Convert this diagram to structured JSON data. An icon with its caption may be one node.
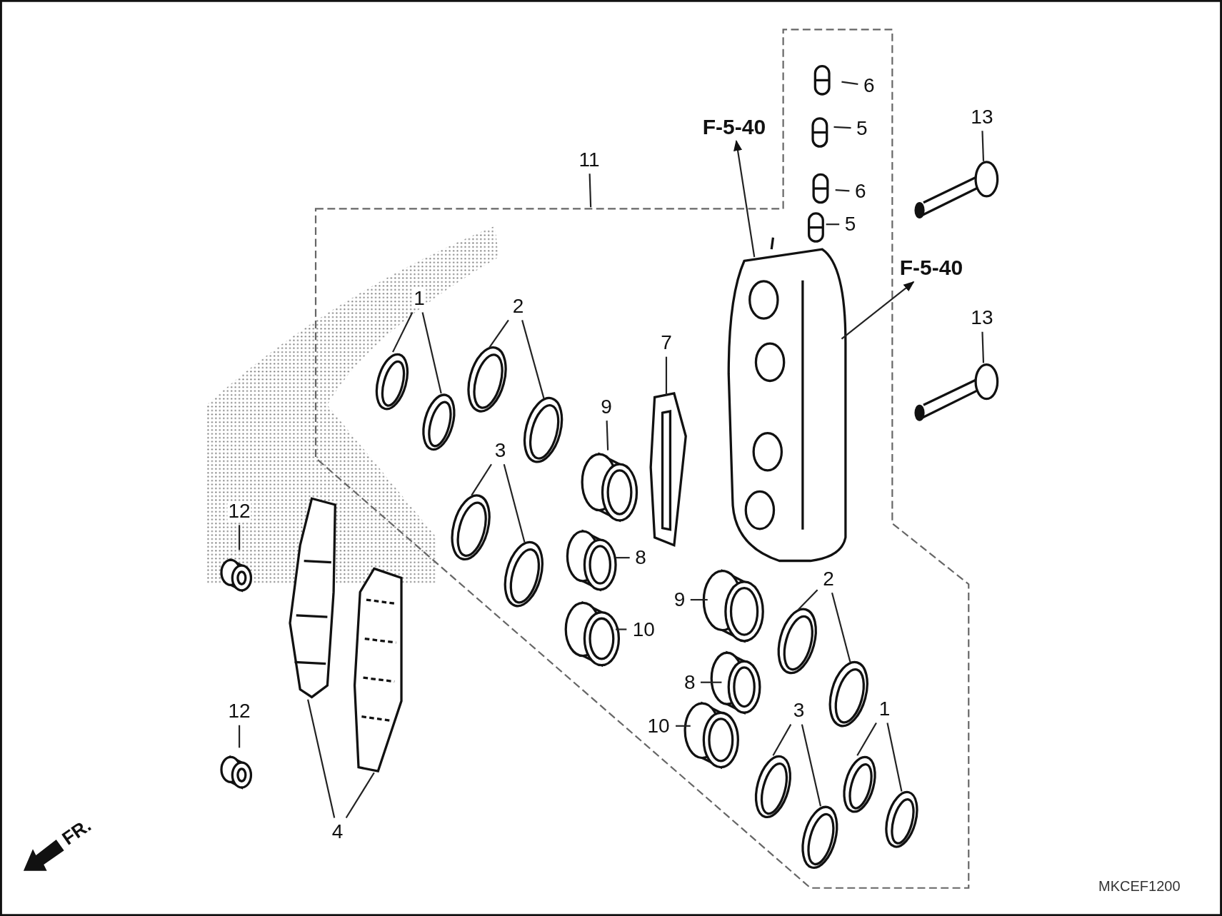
{
  "diagram": {
    "nodes": [
      {
        "text": [
          "6"
        ]
      },
      {
        "text": [
          "13"
        ]
      },
      {
        "text": [
          "F-5-40"
        ]
      },
      {
        "text": [
          "5"
        ]
      },
      {
        "text": [
          "11"
        ]
      },
      {
        "text": [
          "6"
        ]
      },
      {
        "text": [
          "5"
        ]
      },
      {
        "text": [
          "F-5-40"
        ]
      },
      {
        "text": [
          "1"
        ]
      },
      {
        "text": [
          "2"
        ]
      },
      {
        "text": [
          "13"
        ]
      },
      {
        "text": [
          "7"
        ]
      },
      {
        "text": [
          "9"
        ]
      },
      {
        "text": [
          "3"
        ]
      },
      {
        "text": [
          "12"
        ]
      },
      {
        "text": [
          "8"
        ]
      },
      {
        "text": [
          "2"
        ]
      },
      {
        "text": [
          "9"
        ]
      },
      {
        "text": [
          "10"
        ]
      },
      {
        "text": [
          "8"
        ]
      },
      {
        "text": [
          "3"
        ]
      },
      {
        "text": [
          "1"
        ]
      },
      {
        "text": [
          "12"
        ]
      },
      {
        "text": [
          "10"
        ]
      },
      {
        "text": [
          "4"
        ]
      }
    ],
    "edges": [
      {
        "from": 0,
        "to": null,
        "arrow": "none"
      },
      {
        "from": 1,
        "to": null,
        "arrow": "none"
      },
      {
        "from": null,
        "to": 2,
        "arrow": "to"
      },
      {
        "from": 3,
        "to": null,
        "arrow": "none"
      },
      {
        "from": 4,
        "to": null,
        "arrow": "none"
      },
      {
        "from": 5,
        "to": null,
        "arrow": "none"
      },
      {
        "from": 6,
        "to": null,
        "arrow": "none"
      },
      {
        "from": null,
        "to": 7,
        "arrow": "to"
      },
      {
        "from": 8,
        "to": null,
        "arrow": "none"
      },
      {
        "from": 8,
        "to": null,
        "arrow": "none"
      },
      {
        "from": 9,
        "to": null,
        "arrow": "none"
      },
      {
        "from": 9,
        "to": null,
        "arrow": "none"
      },
      {
        "from": 10,
        "to": null,
        "arrow": "none"
      },
      {
        "from": 11,
        "to": null,
        "arrow": "none"
      },
      {
        "from": 12,
        "to": null,
        "arrow": "none"
      },
      {
        "from": 13,
        "to": null,
        "arrow": "none"
      },
      {
        "from": 13,
        "to": null,
        "arrow": "none"
      },
      {
        "from": 14,
        "to": null,
        "arrow": "none"
      },
      {
        "from": 15,
        "to": null,
        "arrow": "none"
      },
      {
        "from": 16,
        "to": null,
        "arrow": "none"
      },
      {
        "from": 16,
        "to": null,
        "arrow": "none"
      },
      {
        "from": 17,
        "to": null,
        "arrow": "none"
      },
      {
        "from": 18,
        "to": null,
        "arrow": "none"
      },
      {
        "from": 19,
        "to": null,
        "arrow": "none"
      },
      {
        "from": 20,
        "to": null,
        "arrow": "none"
      },
      {
        "from": 20,
        "to": null,
        "arrow": "none"
      },
      {
        "from": 21,
        "to": null,
        "arrow": "none"
      },
      {
        "from": 21,
        "to": null,
        "arrow": "none"
      },
      {
        "from": 22,
        "to": null,
        "arrow": "none"
      },
      {
        "from": 23,
        "to": null,
        "arrow": "none"
      },
      {
        "from": 24,
        "to": null,
        "arrow": "none"
      },
      {
        "from": 24,
        "to": null,
        "arrow": "none"
      }
    ],
    "labels": [
      "FR.",
      "MKCEF1200"
    ]
  }
}
